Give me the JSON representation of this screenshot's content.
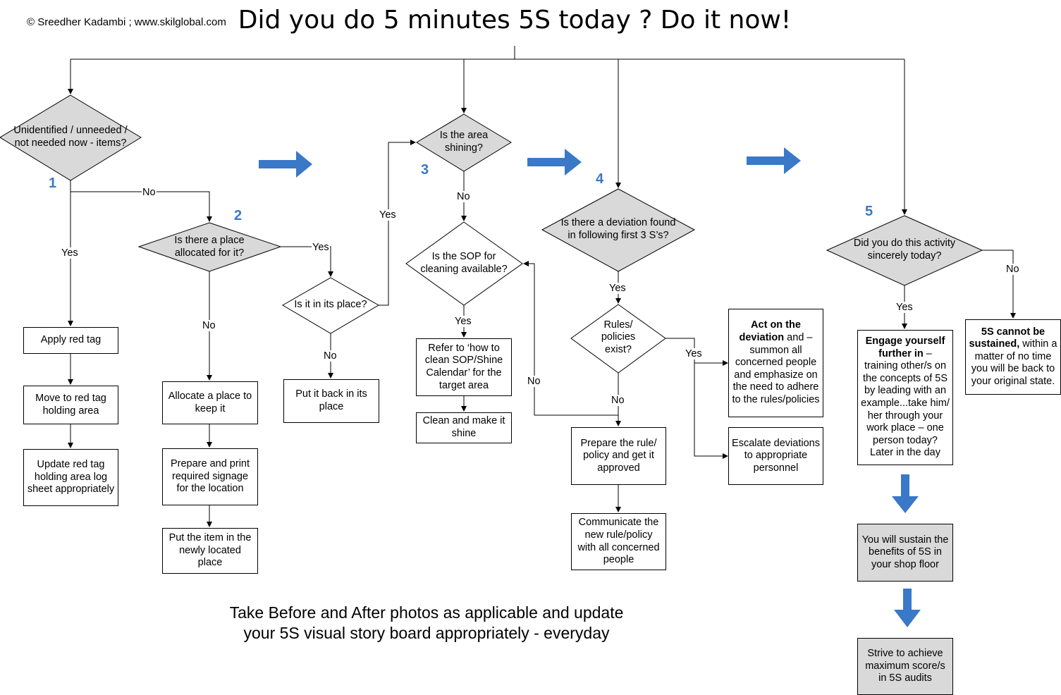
{
  "header": {
    "copyright": "© Sreedher Kadambi ; www.skilglobal.com",
    "title": "Did you do 5 minutes 5S today ? Do it now!"
  },
  "footer": {
    "line1": "Take Before and After photos as applicable and update",
    "line2": "your 5S visual story board appropriately - everyday"
  },
  "colors": {
    "blue_arrow": "#3a78c8",
    "decision_fill": "#d9d9d9",
    "line": "#000000"
  },
  "steps": {
    "n1": "1",
    "n2": "2",
    "n3": "3",
    "n4": "4",
    "n5": "5"
  },
  "labels": {
    "yes": "Yes",
    "no": "No"
  },
  "s1": {
    "decision": "Unidentified / unneeded / not needed now -  items?",
    "apply_tag": "Apply red tag",
    "move_tag": "Move to red tag holding area",
    "update_log": "Update red tag holding area log sheet appropriately"
  },
  "s2": {
    "decision": "Is there a place allocated for it?",
    "in_place": "Is it in its place?",
    "put_back": "Put it back in its place",
    "allocate": "Allocate a place to keep it",
    "signage": "Prepare and print required signage for the location",
    "put_item": "Put the item in the newly located place"
  },
  "s3": {
    "decision": "Is the area shining?",
    "sop": "Is the SOP for cleaning available?",
    "refer": "Refer to ‘how to clean SOP/Shine Calendar’ for the target area",
    "clean": "Clean and make it shine"
  },
  "s4": {
    "decision": "Is there a deviation found in following first 3 S’s?",
    "rules": "Rules/ policies exist?",
    "act_bold": "Act on the deviation",
    "act_rest": " and – summon all concerned people and emphasize on the need to adhere to the rules/policies",
    "escalate": "Escalate deviations to appropriate personnel",
    "prepare": "Prepare the rule/ policy and get it approved",
    "communicate": "Communicate the new rule/policy with all concerned people"
  },
  "s5": {
    "decision": "Did you do this activity sincerely today?",
    "engage_bold": "Engage yourself further in",
    "engage_rest": " – training other/s on the concepts of 5S by leading with an example...take him/ her through your work place – one person today? Later in the day",
    "cannot_bold": "5S cannot be sustained,",
    "cannot_rest": " within a matter of no time you will be back to your original state.",
    "sustain": "You will sustain the benefits of 5S in your shop floor",
    "strive": "Strive to achieve maximum score/s in 5S audits"
  }
}
